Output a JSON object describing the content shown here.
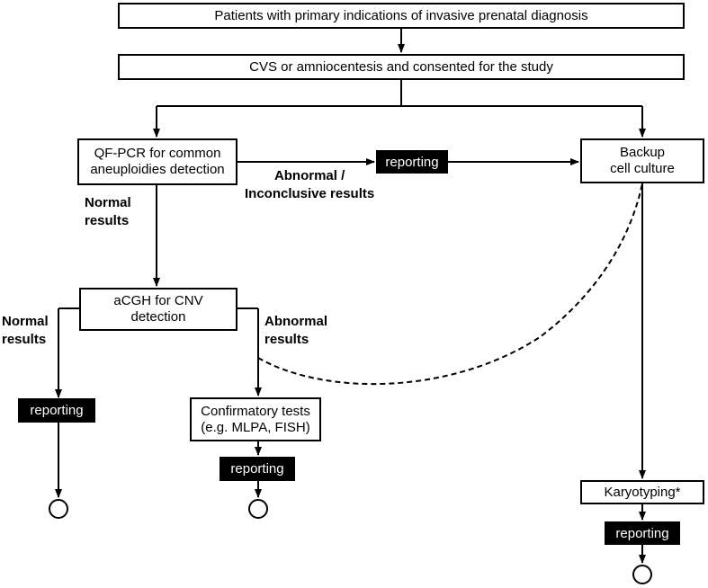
{
  "boxes": {
    "patients": "Patients with primary indications of invasive prenatal diagnosis",
    "cvs": "CVS or amniocentesis and consented for the study",
    "qfpcr": [
      "QF-PCR for common",
      "aneuploidies detection"
    ],
    "backup": [
      "Backup",
      "cell culture"
    ],
    "acgh": [
      "aCGH for CNV",
      "detection"
    ],
    "confirmatory": [
      "Confirmatory tests",
      "(e.g. MLPA, FISH)"
    ],
    "karyotyping": "Karyotyping*"
  },
  "reporting_label": "reporting",
  "edge_labels": {
    "qfpcr_normal": [
      "Normal",
      "results"
    ],
    "qfpcr_abnormal": [
      "Abnormal /",
      "Inconclusive results"
    ],
    "acgh_normal": [
      "Normal",
      "results"
    ],
    "acgh_abnormal": [
      "Abnormal",
      "results"
    ]
  }
}
